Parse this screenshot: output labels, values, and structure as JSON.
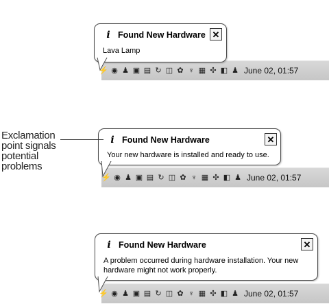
{
  "tray_icons": [
    "bolt-icon",
    "spiral-icon",
    "person-icon",
    "monitor-icon",
    "network-icon",
    "refresh-icon",
    "speaker-icon",
    "flower-icon",
    "bug-icon",
    "display-icon",
    "hardware-icon",
    "device-icon",
    "person-icon"
  ],
  "clock": "June 02, 01:57",
  "annotation": {
    "text": "Exclamation point signals potential problems"
  },
  "notifications": [
    {
      "title": "Found New Hardware",
      "body": "Lava Lamp",
      "close": "✕"
    },
    {
      "title": "Found New Hardware",
      "body": "Your new hardware is installed and ready to use.",
      "close": "✕"
    },
    {
      "title": "Found New Hardware",
      "body": "A problem occurred during hardware installation. Your new hardware might not work properly.",
      "close": "✕"
    }
  ],
  "info_glyph": "i"
}
